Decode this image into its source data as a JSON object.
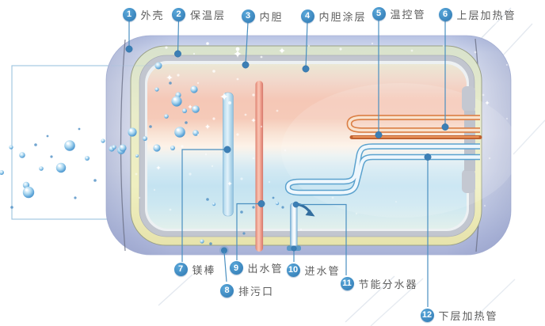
{
  "diagram": {
    "type": "water-heater-cutaway",
    "parts": [
      {
        "num": "1",
        "label": "外壳"
      },
      {
        "num": "2",
        "label": "保温层"
      },
      {
        "num": "3",
        "label": "内胆"
      },
      {
        "num": "4",
        "label": "内胆涂层"
      },
      {
        "num": "5",
        "label": "温控管"
      },
      {
        "num": "6",
        "label": "上层加热管"
      },
      {
        "num": "7",
        "label": "镁棒"
      },
      {
        "num": "8",
        "label": "排污口"
      },
      {
        "num": "9",
        "label": "出水管"
      },
      {
        "num": "10",
        "label": "进水管"
      },
      {
        "num": "11",
        "label": "节能分水器"
      },
      {
        "num": "12",
        "label": "下层加热管"
      }
    ],
    "colors": {
      "badge_blue": "#3a86c0",
      "leader_blue": "#4a8fc0",
      "shell_lavender": "#c5cde9",
      "insulation_yellow": "#eef0c4",
      "insulation_green": "#dbe4d0",
      "hot_water_pink": "#f5c7b6",
      "cold_water_blue": "#c4e3f1",
      "upper_heating_tube_orange": "#db7f45",
      "thermostat_tube_red": "#c0612f",
      "lower_heating_tube_blue": "#5ba2ce",
      "bubble_blue": "#5aa5d8"
    },
    "icons": {
      "part_badge": "numbered-circle-badge",
      "flow_arrow": "curved-flow-arrow"
    }
  }
}
